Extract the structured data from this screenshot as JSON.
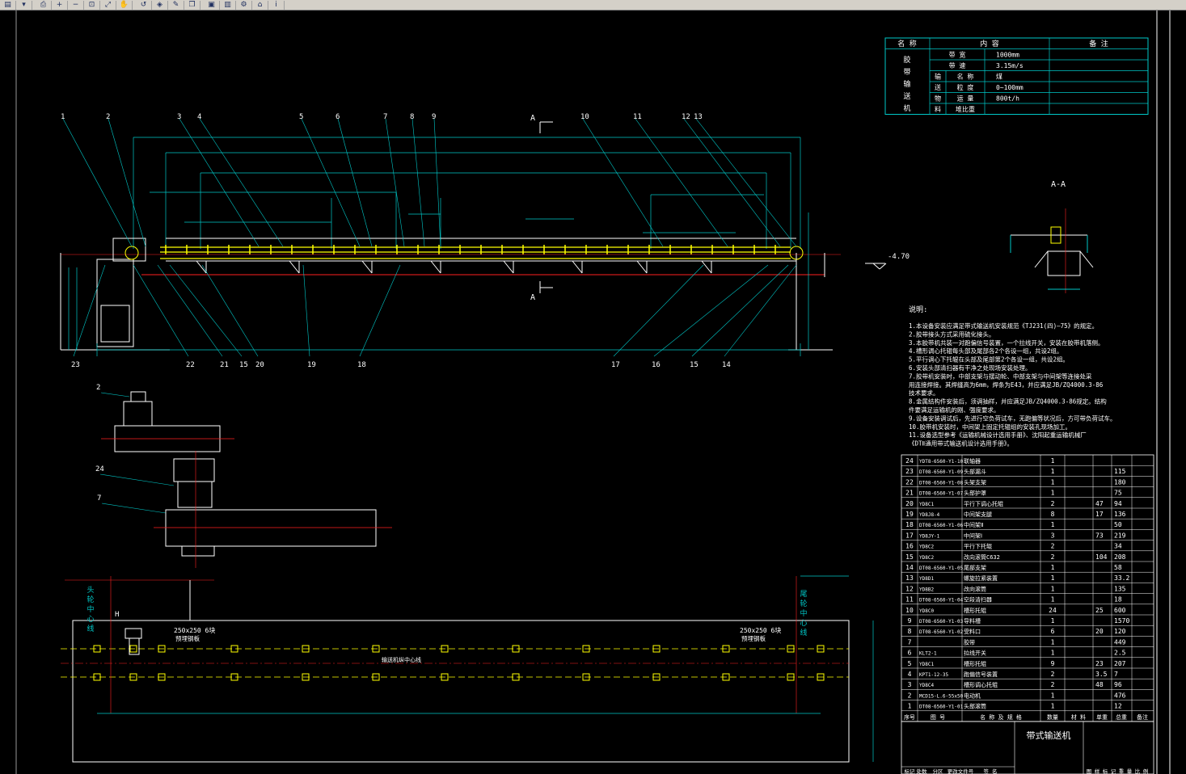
{
  "toolbar": {
    "buttons": [
      {
        "name": "menu-icon",
        "glyph": "▤"
      },
      {
        "name": "dropdown-arrow-icon",
        "glyph": "▾"
      },
      {
        "name": "print-icon",
        "glyph": "⎙"
      },
      {
        "name": "zoom-in-icon",
        "glyph": "+"
      },
      {
        "name": "zoom-out-icon",
        "glyph": "−"
      },
      {
        "name": "zoom-window-icon",
        "glyph": "⊡"
      },
      {
        "name": "zoom-extents-icon",
        "glyph": "⤢"
      },
      {
        "name": "pan-icon",
        "glyph": "✋"
      },
      {
        "name": "zoom-previous-icon",
        "glyph": "↺"
      },
      {
        "name": "layer-icon",
        "glyph": "◈"
      },
      {
        "name": "highlight-icon",
        "glyph": "✎"
      },
      {
        "name": "copy-icon",
        "glyph": "❐"
      },
      {
        "name": "window-icon",
        "glyph": "▣"
      },
      {
        "name": "tile-icon",
        "glyph": "▥"
      },
      {
        "name": "properties-icon",
        "glyph": "⚙"
      },
      {
        "name": "home-icon",
        "glyph": "⌂"
      },
      {
        "name": "help-icon",
        "glyph": "i"
      }
    ]
  },
  "colors": {
    "background": "#000000",
    "line": "#ffffff",
    "dim": "#00c8c8",
    "yellow": "#ffff00",
    "red": "#ff2020",
    "green": "#00ff00",
    "text": "#ffffff",
    "toolbar": "#d4d0c8"
  },
  "spec_table": {
    "headers": [
      "名 称",
      "内 容",
      "备 注"
    ],
    "name": "胶带输送机",
    "rows": [
      {
        "group": "",
        "label": "带 宽",
        "value": "1000mm"
      },
      {
        "group": "",
        "label": "带 速",
        "value": "3.15m/s"
      },
      {
        "group": "输",
        "label": "名 称",
        "value": "煤"
      },
      {
        "group": "送",
        "label": "粒 度",
        "value": "0~100mm"
      },
      {
        "group": "物",
        "label": "运 量",
        "value": "800t/h"
      },
      {
        "group": "料",
        "label": "堆比重",
        "value": ""
      }
    ]
  },
  "section_label": "A",
  "section_view_label": "A-A",
  "elevation_label": "-4.70",
  "callouts_top": [
    "1",
    "2",
    "3",
    "4",
    "5",
    "6",
    "7",
    "8",
    "9",
    "10",
    "11",
    "12",
    "13"
  ],
  "callouts_bottom": [
    "23",
    "22",
    "21",
    "15",
    "20",
    "19",
    "18",
    "17",
    "16",
    "15",
    "14"
  ],
  "drive_callouts": [
    "2",
    "24",
    "7"
  ],
  "notes_title": "说明:",
  "notes": [
    "1.本设备安装应满足带式输送机安装规范《TJ231(四)—75》的规定。",
    "2.胶带接头方式采用硫化接头。",
    "3.本胶带机共装一对跑偏信号装置，一个拉线开关，安装在胶带机落侧。",
    "4.槽形调心托辊每头部及尾部各2个各设一组，共设2组。",
    "5.平行调心下托辊在头部及尾部第2个各设一组，共设2组。",
    "6.安装头部清扫器有干净之处现场安装处理。",
    "7.胶带机安装时，中部支架与摆动轮、中部支架与中间架等连接处采",
    "  用连接焊接。其焊缝高为6mm，焊条为E43，并应满足JB/ZQ4000.3-86",
    "  技术要求。",
    "8.金属结构件安装后，须调抽样，并应满足JB/ZQ4000.3-86规定。结构",
    "  件要满足运输机的刚、强度要求。",
    "9.设备安装调试后，先进行空负荷试车，无跑偏等状况后，方可带负荷试车。",
    "10.胶带机安装时，中间架上固定托辊组的安装孔现场加工。",
    "11.设备选型参考《运输机械设计选用手册》、沈阳起重运输机械厂",
    "  《DTⅡ通用带式输送机设计选用手册》。"
  ],
  "bom": [
    {
      "no": "24",
      "code": "YDT8-6560-Y1-10",
      "name": "联轴器",
      "qty": "1",
      "unit": "",
      "total": ""
    },
    {
      "no": "23",
      "code": "DT08-6560-Y1-09",
      "name": "头部漏斗",
      "qty": "1",
      "unit": "",
      "total": "115"
    },
    {
      "no": "22",
      "code": "DT08-6560-Y1-08",
      "name": "头架支架",
      "qty": "1",
      "unit": "",
      "total": "180"
    },
    {
      "no": "21",
      "code": "DT08-6560-Y1-07",
      "name": "头部护罩",
      "qty": "1",
      "unit": "",
      "total": "75"
    },
    {
      "no": "20",
      "code": "YD8C1",
      "name": "平行下调心托辊",
      "qty": "2",
      "unit": "47",
      "total": "94"
    },
    {
      "no": "19",
      "code": "YD8J8-4",
      "name": "中间架支腿",
      "qty": "8",
      "unit": "17",
      "total": "136"
    },
    {
      "no": "18",
      "code": "DT08-6560-Y1-06",
      "name": "中间架Ⅱ",
      "qty": "1",
      "unit": "",
      "total": "50"
    },
    {
      "no": "17",
      "code": "YD8JY-1",
      "name": "中间架Ⅰ",
      "qty": "3",
      "unit": "73",
      "total": "219"
    },
    {
      "no": "16",
      "code": "YD8C2",
      "name": "平行下托辊",
      "qty": "2",
      "unit": "",
      "total": "34"
    },
    {
      "no": "15",
      "code": "YD8C2",
      "name": "改向滚筒C632",
      "qty": "2",
      "unit": "104",
      "total": "208"
    },
    {
      "no": "14",
      "code": "DT08-6560-Y1-05",
      "name": "尾部支架",
      "qty": "1",
      "unit": "",
      "total": "58"
    },
    {
      "no": "13",
      "code": "YD8D1",
      "name": "螺旋拉紧装置",
      "qty": "1",
      "unit": "",
      "total": "33.2"
    },
    {
      "no": "12",
      "code": "YD8B2",
      "name": "改向滚筒",
      "qty": "1",
      "unit": "",
      "total": "135"
    },
    {
      "no": "11",
      "code": "DT08-6560-Y1-04",
      "name": "空段清扫器",
      "qty": "1",
      "unit": "",
      "total": "18"
    },
    {
      "no": "10",
      "code": "YD8C0",
      "name": "槽形托辊",
      "qty": "24",
      "unit": "25",
      "total": "600"
    },
    {
      "no": "9",
      "code": "DT08-6560-Y1-03",
      "name": "导料槽",
      "qty": "1",
      "unit": "",
      "total": "1570"
    },
    {
      "no": "8",
      "code": "DT08-6560-Y1-02",
      "name": "受料口",
      "qty": "6",
      "unit": "20",
      "total": "120"
    },
    {
      "no": "7",
      "code": "",
      "name": "胶带",
      "qty": "1",
      "unit": "",
      "total": "449"
    },
    {
      "no": "6",
      "code": "KLT2-1",
      "name": "拉线开关",
      "qty": "1",
      "unit": "",
      "total": "2.5"
    },
    {
      "no": "5",
      "code": "YD8C1",
      "name": "槽形托辊",
      "qty": "9",
      "unit": "23",
      "total": "207"
    },
    {
      "no": "4",
      "code": "KPT1-12-35",
      "name": "跑偏信号装置",
      "qty": "2",
      "unit": "3.5",
      "total": "7"
    },
    {
      "no": "3",
      "code": "YD8C4",
      "name": "槽形调心托辊",
      "qty": "2",
      "unit": "48",
      "total": "96"
    },
    {
      "no": "2",
      "code": "MCD15-L.6-55x50",
      "name": "电动机",
      "qty": "1",
      "unit": "",
      "total": "476"
    },
    {
      "no": "1",
      "code": "DT08-6560-Y1-01",
      "name": "头部滚筒",
      "qty": "1",
      "unit": "",
      "total": "12"
    }
  ],
  "bom_headers": [
    "序号",
    "图 号",
    "名 称 及 规 格",
    "数量",
    "材 料",
    "单重",
    "总重",
    "备注"
  ],
  "title_block": {
    "title": "带式输送机",
    "left_labels": [
      "标记",
      "处数",
      "分区",
      "更改文件号",
      "签 名"
    ],
    "right_labels": [
      "图",
      "样",
      "标",
      "记",
      "重",
      "量",
      "比",
      "例"
    ]
  },
  "plan_view": {
    "head_label": "头轮中心线",
    "tail_label": "尾轮中心线",
    "center_label": "输送机纵中心线",
    "plate_label_left": "250x250 6块",
    "plate_label_right": "250x250 6块",
    "plate_sub": "预埋钢板",
    "marker_left": "H"
  }
}
